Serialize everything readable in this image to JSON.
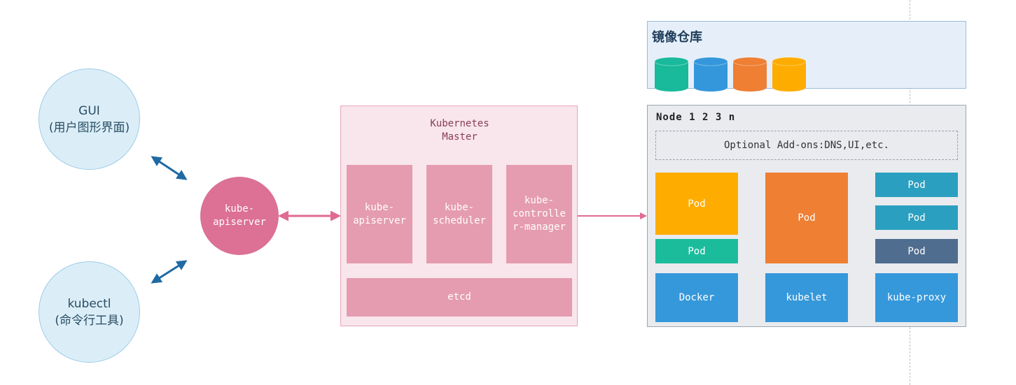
{
  "clients": {
    "gui": {
      "line1": "GUI",
      "line2": "(用户图形界面)"
    },
    "kubectl": {
      "line1": "kubectl",
      "line2": "(命令行工具)"
    }
  },
  "apiserver_node": {
    "line1": "kube-",
    "line2": "apiserver"
  },
  "master": {
    "title_line1": "Kubernetes",
    "title_line2": "Master",
    "apiserver": {
      "line1": "kube-",
      "line2": "apiserver"
    },
    "scheduler": {
      "line1": "kube-",
      "line2": "scheduler"
    },
    "controller": {
      "line1": "kube-",
      "line2": "controlle",
      "line3": "r-manager"
    },
    "etcd": "etcd"
  },
  "registry": {
    "title": "镜像仓库",
    "images": [
      {
        "name": "cylinder-green",
        "color": "#19b99b"
      },
      {
        "name": "cylinder-blue",
        "color": "#3497db"
      },
      {
        "name": "cylinder-orange",
        "color": "#ee7f33"
      },
      {
        "name": "cylinder-yellow",
        "color": "#ffac00"
      }
    ]
  },
  "node": {
    "title": "Node 1 2 3 n",
    "addons": "Optional Add-ons:DNS,UI,etc.",
    "pods": {
      "yellow": {
        "label": "Pod",
        "color": "#ffac00"
      },
      "green": {
        "label": "Pod",
        "color": "#1abc9c"
      },
      "orange": {
        "label": "Pod",
        "color": "#ee7f33"
      },
      "teal1": {
        "label": "Pod",
        "color": "#2b9fbf"
      },
      "teal2": {
        "label": "Pod",
        "color": "#2b9fbf"
      },
      "slate": {
        "label": "Pod",
        "color": "#4f6d8f"
      }
    },
    "docker": {
      "label": "Docker",
      "color": "#3598db"
    },
    "kubelet": {
      "label": "kubelet",
      "color": "#3598db"
    },
    "kube_proxy": {
      "label": "kube-proxy",
      "color": "#3598db"
    }
  },
  "colors": {
    "arrow_blue": "#1f6aa3",
    "arrow_pink": "#e06b92"
  }
}
